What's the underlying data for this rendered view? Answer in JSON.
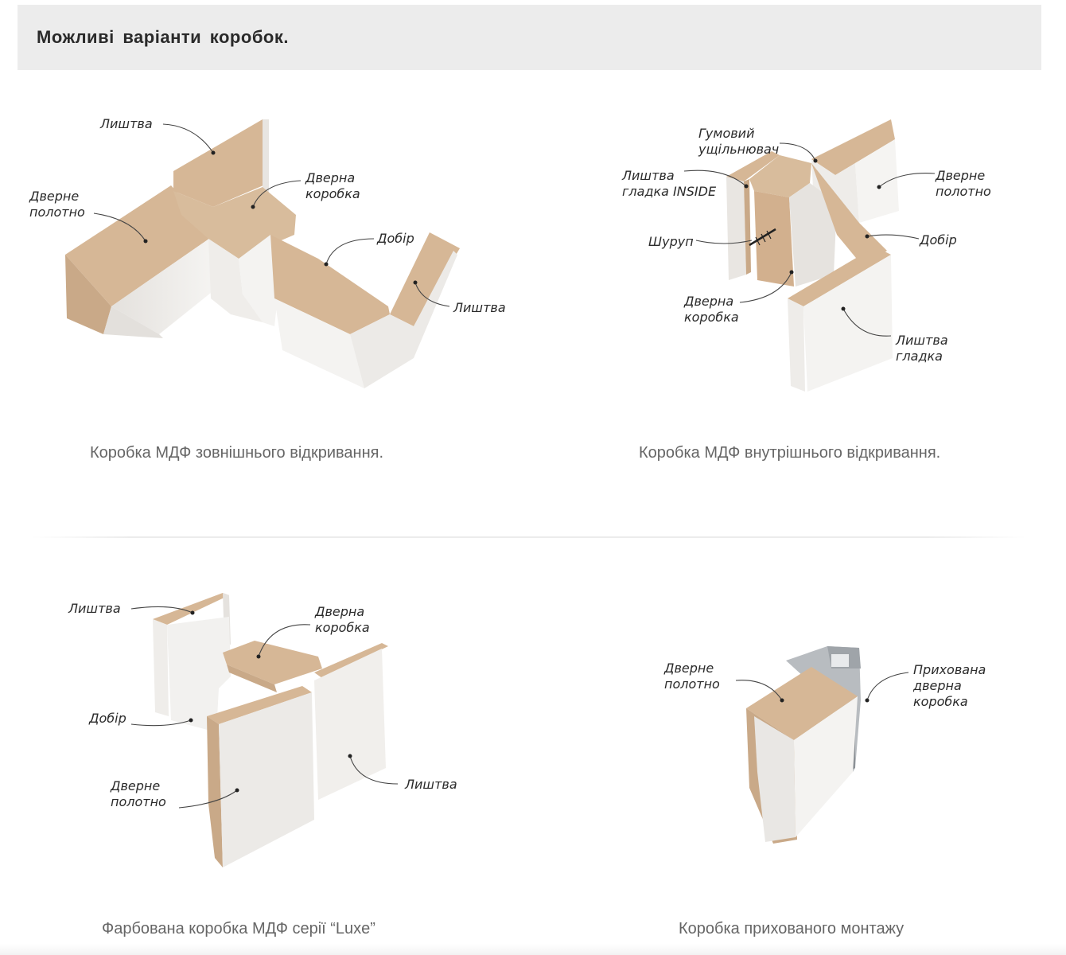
{
  "header": {
    "title": "Можливі  варіанти  коробок."
  },
  "panels": [
    {
      "caption": "Коробка МДФ зовнішнього відкривання.",
      "labels": {
        "lyshtva_top": "Лиштва",
        "dverne_polotno": "Дверне\nполотно",
        "dverna_korobka": "Дверна\nкоробка",
        "dobir": "Добір",
        "lyshtva_right": "Лиштва"
      }
    },
    {
      "caption": "Коробка МДФ внутрішнього відкривання.",
      "labels": {
        "gumovyi": "Гумовий\nущільнювач",
        "lyshtva_inside": "Лиштва\nгладка INSIDE",
        "dverne_polotno": "Дверне\nполотно",
        "shurup": "Шуруп",
        "dobir": "Добір",
        "dverna_korobka": "Дверна\nкоробка",
        "lyshtva_gladka": "Лиштва\nгладка"
      }
    },
    {
      "caption": "Фарбована коробка МДФ серії “Luxe”",
      "labels": {
        "lyshtva_top": "Лиштва",
        "dverna_korobka": "Дверна\nкоробка",
        "dobir": "Добір",
        "dverne_polotno": "Дверне\nполотно",
        "lyshtva_right": "Лиштва"
      }
    },
    {
      "caption": "Коробка прихованого монтажу",
      "labels": {
        "dverne_polotno": "Дверне\nполотно",
        "prykhovana": "Прихована\nдверна\nкоробка"
      }
    }
  ],
  "colors": {
    "wood": "#d6b796",
    "wood_dark": "#c4a07c",
    "panel": "#f1efec",
    "panel_shade": "#e2dfdb",
    "metal": "#b8bcc0",
    "header_bg": "#ececec",
    "caption": "#666666"
  }
}
